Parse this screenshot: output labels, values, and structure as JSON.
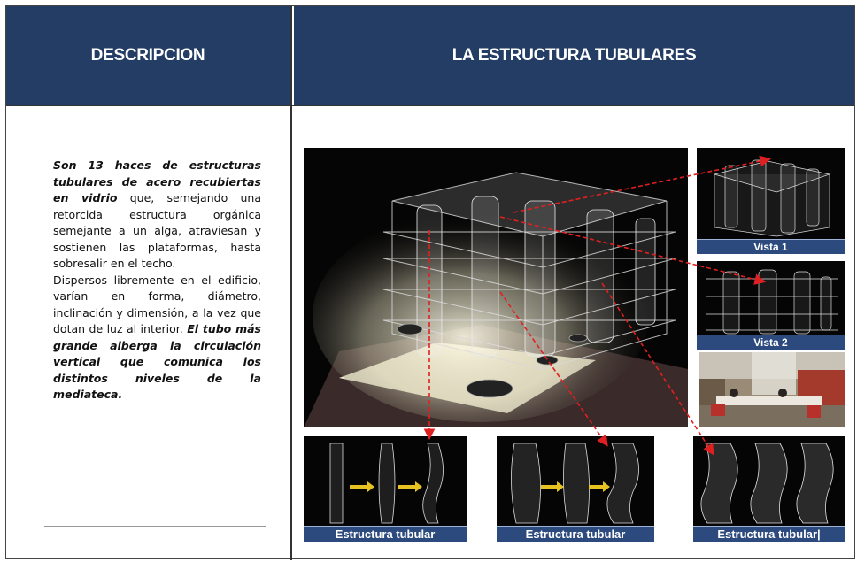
{
  "header": {
    "left_title": "DESCRIPCION",
    "right_title": "LA ESTRUCTURA TUBULARES"
  },
  "description": {
    "bold1": "Son 13 haces de estructuras tubulares de acero recubiertas en vidrio",
    "text1": " que, semejando una retorcida estructura orgánica semejante a un alga, atraviesan y sostienen las plataformas, hasta sobresalir en el techo.",
    "text2": "Dispersos libremente en el edificio, varían en forma, diámetro, inclinación y dimensión, a la vez que dotan de luz al interior. ",
    "bold2": "El tubo más grande alberga la circulación vertical que comunica los distintos niveles de la mediateca."
  },
  "images": {
    "vista1": "Vista 1",
    "vista2": "Vista 2",
    "tube1": "Estructura tubular",
    "tube2": "Estructura tubular",
    "tube3": "Estructura tubular|"
  },
  "colors": {
    "header_bg": "#243d65",
    "caption_bg": "#2c4a7e",
    "arrow": "#e02020"
  }
}
